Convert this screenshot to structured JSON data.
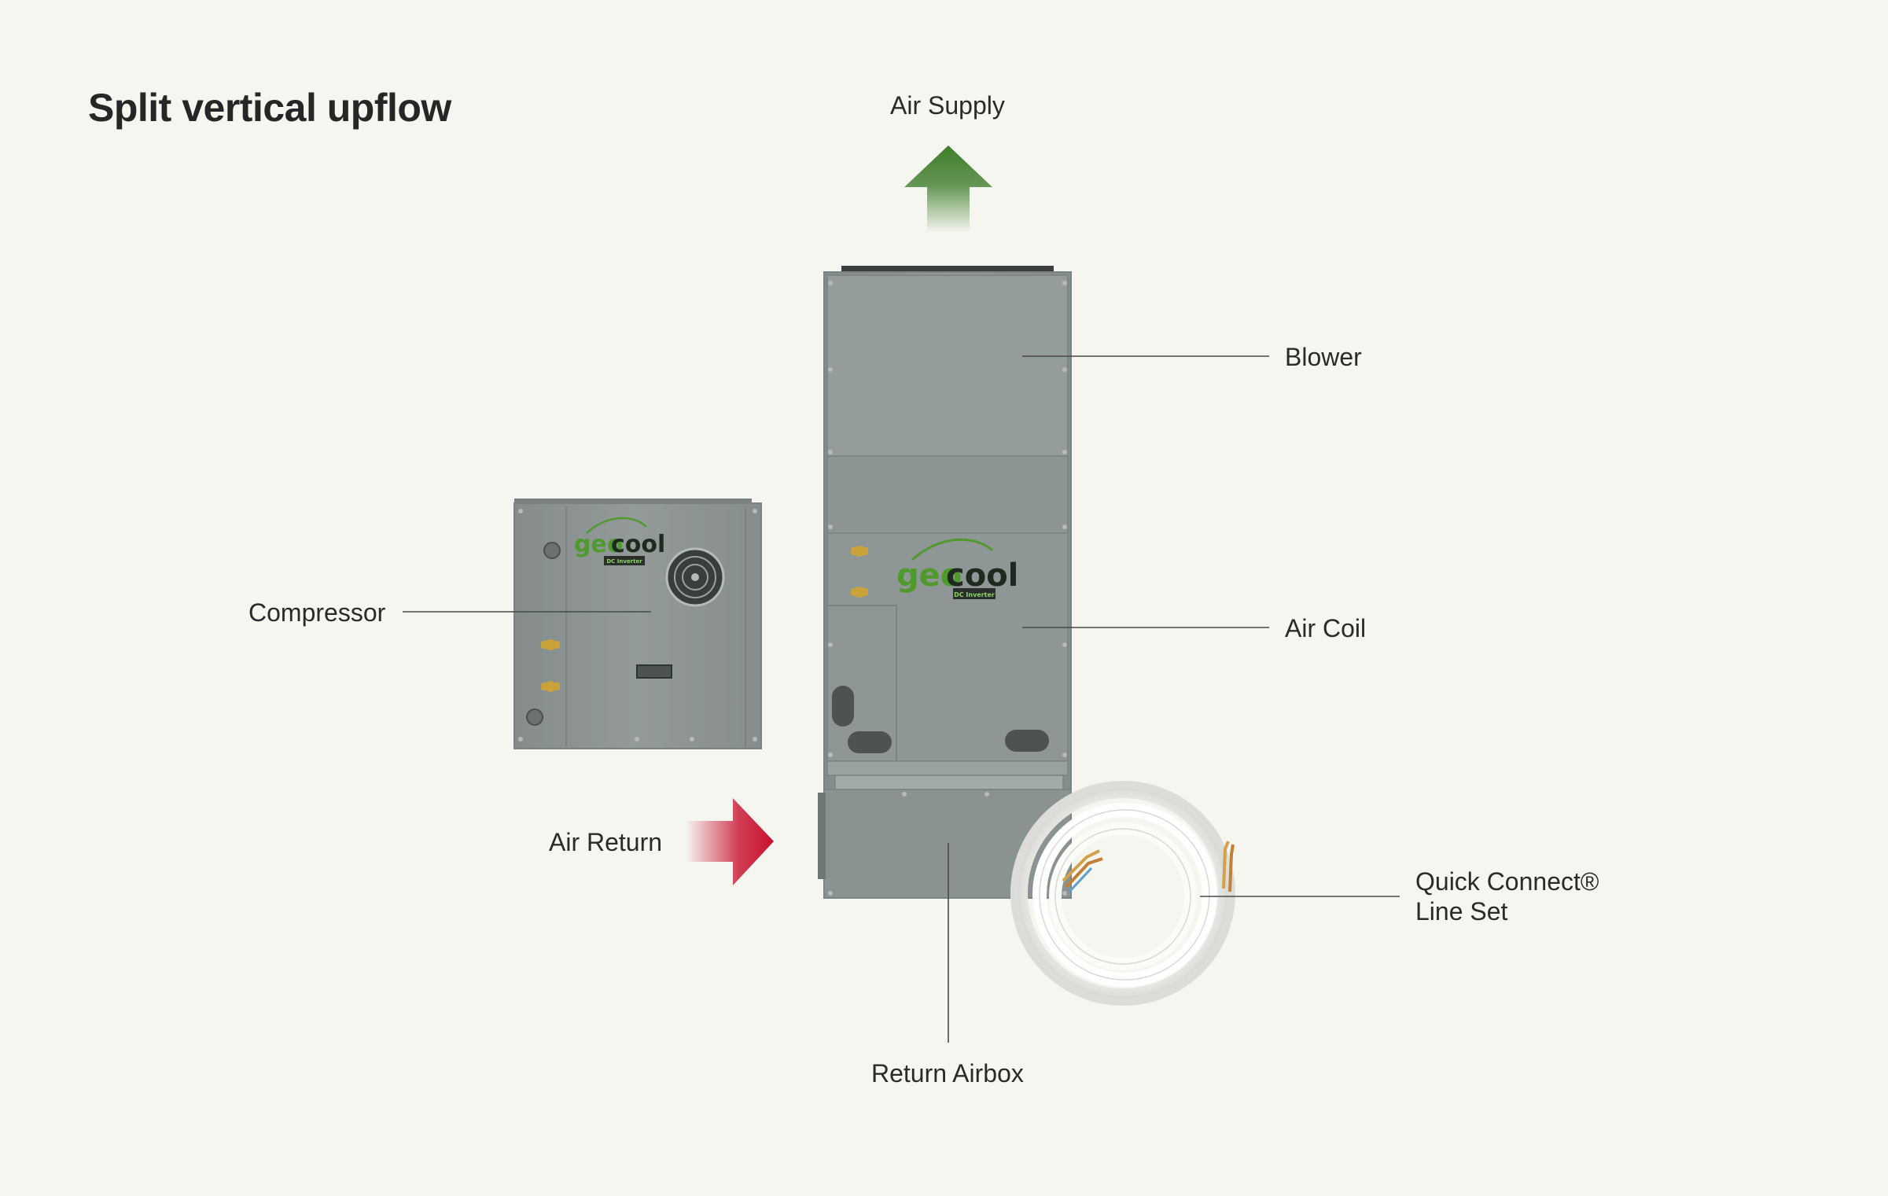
{
  "title": "Split vertical upflow",
  "labels": {
    "air_supply": "Air Supply",
    "blower": "Blower",
    "compressor": "Compressor",
    "air_coil": "Air Coil",
    "air_return": "Air Return",
    "line_set_line1": "Quick Connect®",
    "line_set_line2": "Line Set",
    "return_airbox": "Return Airbox"
  },
  "logos": {
    "brand": "geocool",
    "badge": "DC Inverter"
  },
  "colors": {
    "background": "#f6f6f0",
    "cabinet": "#8e9595",
    "supply_arrow": "#3f7d2c",
    "return_arrow": "#c8102e",
    "leader_line": "#4a4a4a"
  }
}
